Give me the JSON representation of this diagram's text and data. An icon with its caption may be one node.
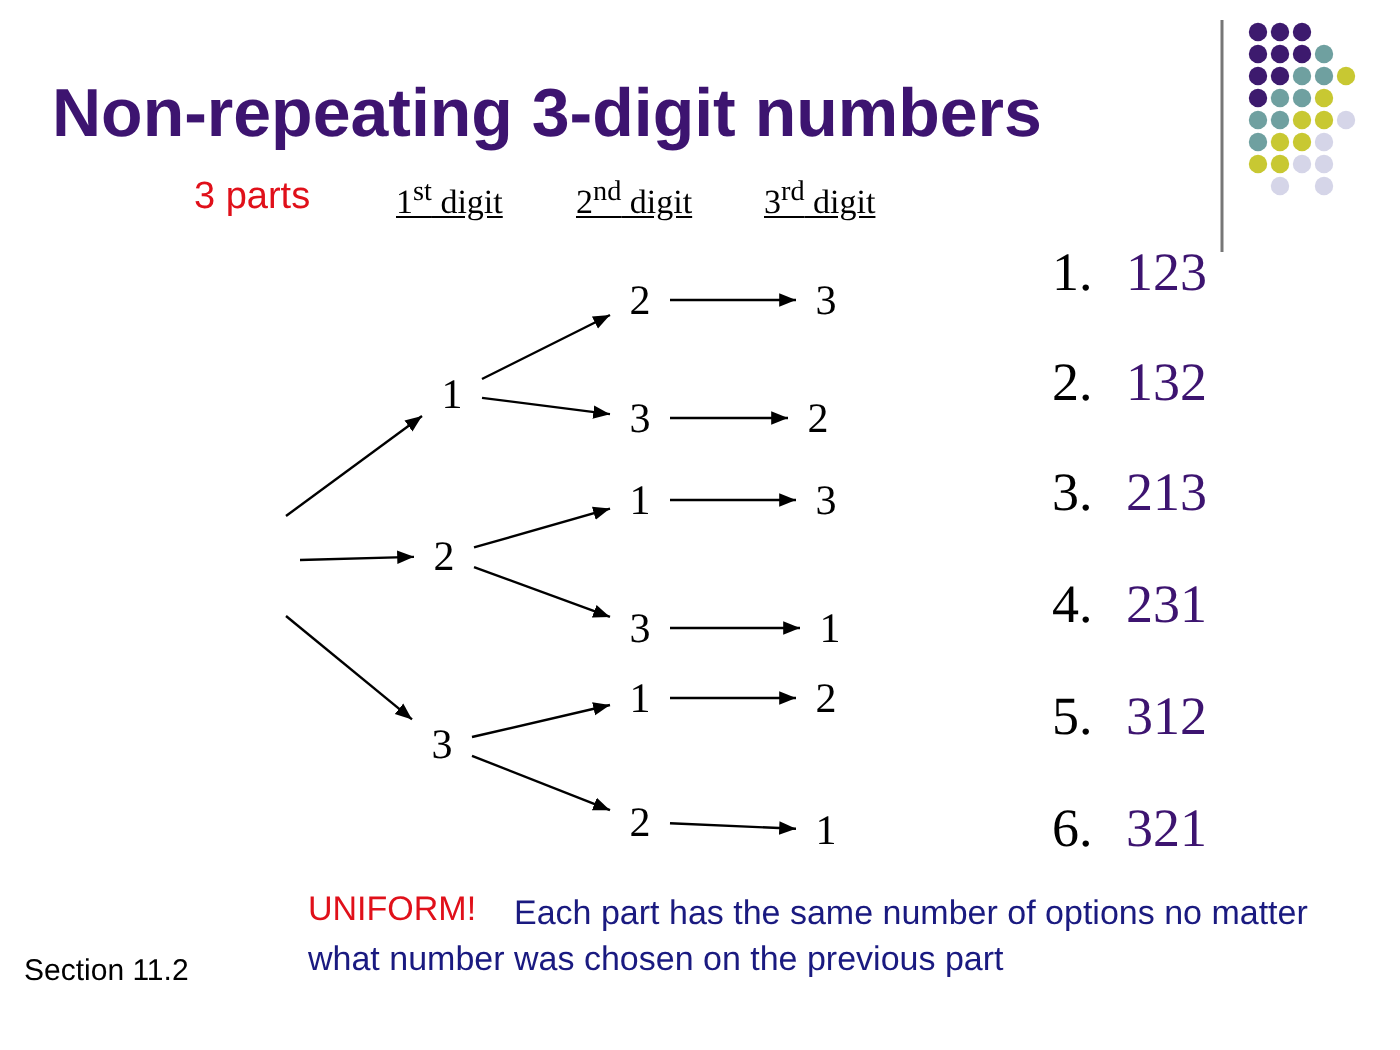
{
  "diagram": {
    "title": "Non-repeating 3-digit numbers",
    "nodes": [
      {
        "text": [
          "1"
        ]
      },
      {
        "text": [
          "2"
        ]
      },
      {
        "text": [
          "3"
        ]
      },
      {
        "text": [
          "2"
        ]
      },
      {
        "text": [
          "3"
        ]
      },
      {
        "text": [
          "1"
        ]
      },
      {
        "text": [
          "3"
        ]
      },
      {
        "text": [
          "1"
        ]
      },
      {
        "text": [
          "2"
        ]
      },
      {
        "text": [
          "3"
        ]
      },
      {
        "text": [
          "2"
        ]
      },
      {
        "text": [
          "3"
        ]
      },
      {
        "text": [
          "1"
        ]
      },
      {
        "text": [
          "2"
        ]
      },
      {
        "text": [
          "1"
        ]
      }
    ],
    "edges": [
      {
        "from": null,
        "to": 0,
        "arrow": "to"
      },
      {
        "from": null,
        "to": 1,
        "arrow": "to"
      },
      {
        "from": null,
        "to": 2,
        "arrow": "to"
      },
      {
        "from": 0,
        "to": 3,
        "arrow": "to"
      },
      {
        "from": 0,
        "to": 4,
        "arrow": "to"
      },
      {
        "from": 1,
        "to": 5,
        "arrow": "to"
      },
      {
        "from": 1,
        "to": 6,
        "arrow": "to"
      },
      {
        "from": 2,
        "to": 7,
        "arrow": "to"
      },
      {
        "from": 2,
        "to": 8,
        "arrow": "to"
      },
      {
        "from": 3,
        "to": 9,
        "arrow": "to"
      },
      {
        "from": 4,
        "to": 10,
        "arrow": "to"
      },
      {
        "from": 5,
        "to": 11,
        "arrow": "to"
      },
      {
        "from": 6,
        "to": 12,
        "arrow": "to"
      },
      {
        "from": 7,
        "to": 13,
        "arrow": "to"
      },
      {
        "from": 8,
        "to": 14,
        "arrow": "to"
      }
    ],
    "labels": [
      "3 parts",
      "1$^{st}$ digit",
      "2$^{nd}$ digit",
      "3$^{rd}$ digit",
      "1.",
      "123",
      "2.",
      "132",
      "3.",
      "213",
      "4.",
      "231",
      "5.",
      "312",
      "6.",
      "321",
      "UNIFORM!",
      "Each part has the same number of options no matter what number was chosen on the previous part",
      "Section 11.2"
    ]
  }
}
